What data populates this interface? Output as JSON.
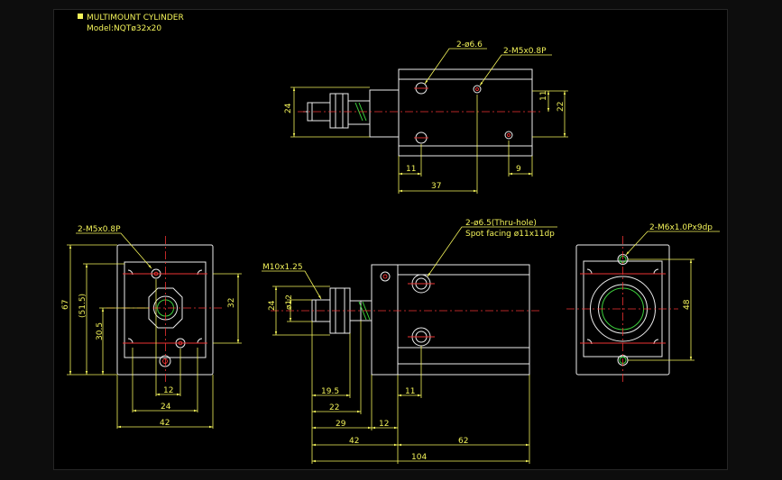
{
  "title_block": {
    "line1": "MULTIMOUNT CYLINDER",
    "line2": "Model:NQTø32x20",
    "marker_color": "#f3f35a"
  },
  "top_view": {
    "leader_hole": "2-ø6.6",
    "leader_thread": "2-M5x0.8P",
    "dim_height_left": "24",
    "dim_offset": "11",
    "dim_height_right": "22",
    "dim_bottom_left": "11",
    "dim_bottom_right": "9",
    "dim_length": "37"
  },
  "left_view": {
    "leader": "2-M5x0.8P",
    "dim_height": "67",
    "dim_inner": "(51.5)",
    "dim_lower": "30.5",
    "dim_right": "32",
    "dim_w12": "12",
    "dim_w24": "24",
    "dim_w42": "42"
  },
  "front_view": {
    "leader_thread": "M10x1.25",
    "leader_hole_1": "2-ø6.5(Thru-hole)",
    "leader_hole_2": "Spot facing ø11x11dp",
    "dim_24": "24",
    "dim_phi12": "ø12",
    "dim_19_5": "19.5",
    "dim_22": "22",
    "dim_29": "29",
    "dim_12": "12",
    "dim_11": "11",
    "dim_42": "42",
    "dim_62": "62",
    "dim_104": "104"
  },
  "right_view": {
    "leader": "2-M6x1.0Px9dp",
    "dim_height": "48"
  },
  "colors": {
    "background": "#000000",
    "outline": "#ececec",
    "dimension": "#f3f35a",
    "centerline": "#e33333",
    "bore": "#3ccf3c"
  }
}
